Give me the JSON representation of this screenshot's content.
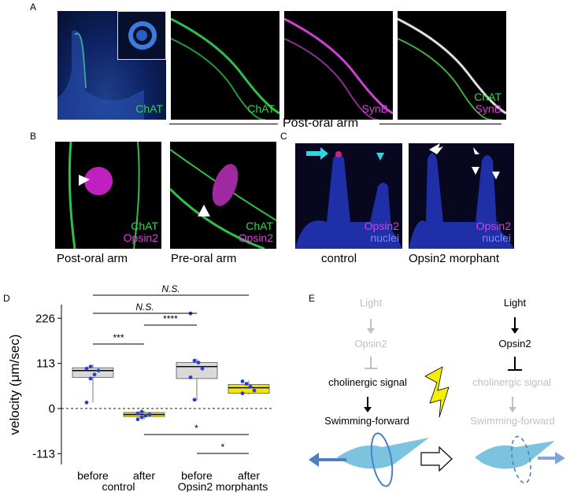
{
  "panels": {
    "a": "A",
    "b": "B",
    "c": "C",
    "d": "D",
    "e": "E"
  },
  "panel_a": {
    "label1": "ChAT",
    "label2": "ChAT",
    "label3": "SynB",
    "label4a": "ChAT",
    "label4b": "SynB",
    "caption": "Post-oral arm"
  },
  "panel_b": {
    "label1a": "ChAT",
    "label1b": "Opsin2",
    "label2a": "ChAT",
    "label2b": "Opsin2",
    "caption1": "Post-oral arm",
    "caption2": "Pre-oral arm"
  },
  "panel_c": {
    "label1a": "Opsin2",
    "label1b": "nuclei",
    "label2a": "Opsin2",
    "label2b": "nuclei",
    "caption1": "control",
    "caption2": "Opsin2 morphant"
  },
  "chart_data": {
    "type": "box",
    "ylabel": "velocity (μm/sec)",
    "yticks": [
      226,
      113,
      0,
      -113
    ],
    "ylim": [
      -140,
      260
    ],
    "groups": [
      {
        "x_label": "before",
        "min": 15,
        "q1": 78,
        "median": 95,
        "q3": 102,
        "max": 110,
        "points": [
          15,
          75,
          85,
          95,
          100,
          105
        ],
        "color": "#d9d9d9"
      },
      {
        "x_label": "after",
        "min": -28,
        "q1": -20,
        "median": -15,
        "q3": -10,
        "max": -5,
        "points": [
          -27,
          -22,
          -18,
          -15,
          -12,
          -8
        ],
        "color": "#f2e600"
      },
      {
        "x_label": "before",
        "min": 20,
        "q1": 75,
        "median": 105,
        "q3": 115,
        "max": 125,
        "points": [
          238,
          120,
          115,
          100,
          78,
          22
        ],
        "color": "#d9d9d9"
      },
      {
        "x_label": "after",
        "min": 35,
        "q1": 38,
        "median": 52,
        "q3": 60,
        "max": 70,
        "points": [
          68,
          62,
          55,
          45,
          38
        ],
        "color": "#f2e600"
      }
    ],
    "group_labels": [
      "control",
      "Opsin2 morphants"
    ],
    "significance": [
      {
        "from": 0,
        "to": 3,
        "text": "N.S.",
        "level": 0
      },
      {
        "from": 0,
        "to": 2,
        "text": "N.S.",
        "level": 1
      },
      {
        "from": 1,
        "to": 2,
        "text": "****",
        "level": 2
      },
      {
        "from": 0,
        "to": 1,
        "text": "***",
        "level": 3
      },
      {
        "from": 1,
        "to": 3,
        "text": "*",
        "level": 4
      },
      {
        "from": 2,
        "to": 3,
        "text": "*",
        "level": 5
      }
    ]
  },
  "panel_e": {
    "left": {
      "light": "Light",
      "opsin": "Opsin2",
      "signal": "cholinergic signal",
      "swim": "Swimming-forward"
    },
    "right": {
      "light": "Light",
      "opsin": "Opsin2",
      "signal": "cholinergic signal",
      "swim": "Swimming-forward"
    },
    "colors": {
      "active": "#000000",
      "inactive": "#c0c0c0",
      "lightning": "#f5f000",
      "larva": "#7cc3df",
      "arrow": "#4f7fbf"
    }
  }
}
